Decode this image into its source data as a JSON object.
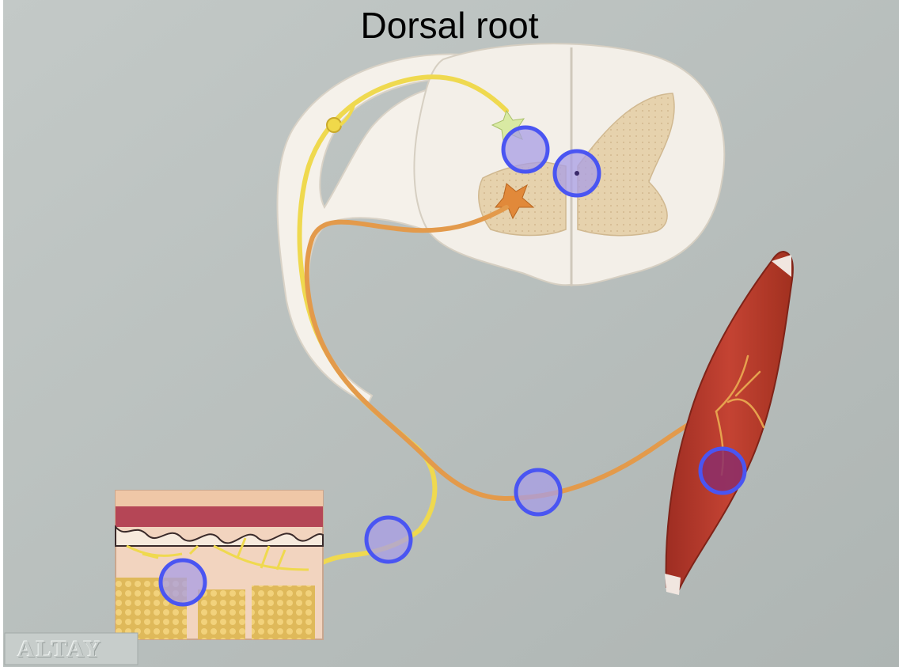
{
  "title": "Dorsal root",
  "logo": "ALTAY",
  "hotspots": [
    {
      "id": "dorsal-horn-hotspot"
    },
    {
      "id": "gray-commissure-hotspot"
    },
    {
      "id": "afferent-nerve-hotspot"
    },
    {
      "id": "efferent-nerve-hotspot"
    },
    {
      "id": "skin-receptor-hotspot"
    },
    {
      "id": "muscle-effector-hotspot"
    }
  ],
  "colors": {
    "background": "#bcc2c0",
    "hotspot_ring": "#4a55f2",
    "hotspot_fill": "#a89ee6",
    "sensory_nerve": "#f0dc55",
    "motor_nerve": "#e59a4a",
    "muscle": "#b8382a",
    "cord": "#f3efe8"
  }
}
